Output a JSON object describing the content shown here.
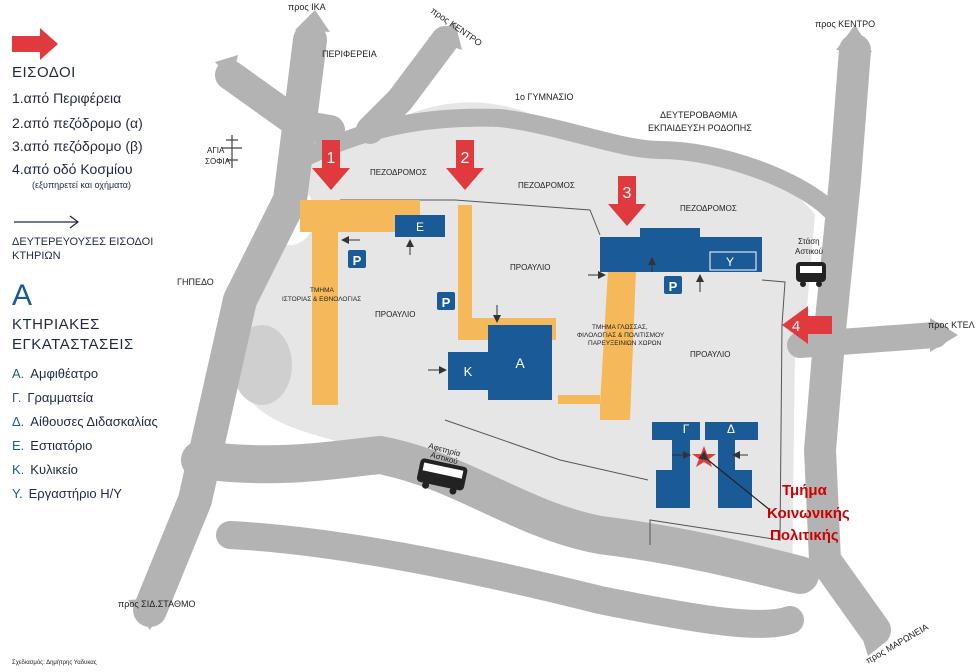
{
  "colors": {
    "road": "#b3b3b3",
    "campus": "#e6e6e6",
    "building_dept": "#f5b95a",
    "building_facility": "#1a5a96",
    "entrance_arrow": "#e03a3e",
    "legend_text": "#1f2a44",
    "highlight": "#cc0000"
  },
  "legend": {
    "entrances_title": "ΕΙΣΟΔΟΙ",
    "entrances": [
      "1.από Περιφέρεια",
      "2.από πεζόδρομο (α)",
      "3.από πεζόδρομο (β)",
      "4.από οδό Κοσμίου"
    ],
    "entrance4_note": "(εξυπηρετεί και οχήματα)",
    "secondary_title": "ΔΕΥΤΕΡΕΥΟΥΣΕΣ ΕΙΣΟΔΟΙ",
    "secondary_title2": "ΚΤΗΡΙΩΝ",
    "big_letter": "Α",
    "facilities_title": "ΚΤΗΡΙΑΚΕΣ",
    "facilities_title2": "ΕΓΚΑΤΑΣΤΑΣΕΙΣ",
    "facilities": [
      {
        "key": "Α.",
        "label": "Αμφιθέατρο"
      },
      {
        "key": "Γ.",
        "label": "Γραμματεία"
      },
      {
        "key": "Δ.",
        "label": "Αίθουσες Διδασκαλίας"
      },
      {
        "key": "Ε.",
        "label": "Εστιατόριο"
      },
      {
        "key": "Κ.",
        "label": "Κυλικείο"
      },
      {
        "key": "Υ.",
        "label": "Εργαστήριο Η/Υ"
      }
    ]
  },
  "map": {
    "directions": {
      "ika": "προς ΙΚΑ",
      "kentro_top": "προς ΚΕΝΤΡΟ",
      "kentro_right": "προς ΚΕΝΤΡΟ",
      "ktel": "προς ΚΤΕΛ",
      "sid_stathmo": "προς ΣΙΔ.ΣΤΑΘΜΟ",
      "maroneia": "προς ΜΑΡΩΝΕΙΑ"
    },
    "places": {
      "perifereia": "ΠΕΡΙΦΕΡΕΙΑ",
      "gymnasio": "1ο ΓΥΜΝΑΣΙΟ",
      "deftero_1": "ΔΕΥΤΕΡΟΒΑΘΜΙΑ",
      "deftero_2": "ΕΚΠΑΙΔΕΥΣΗ ΡΟΔΟΠΗΣ",
      "agia_1": "ΑΓΙΑ",
      "agia_2": "ΣΟΦΙΑ",
      "gipedo": "ΓΗΠΕΔΟ",
      "stasi_1": "Στάση",
      "stasi_2": "Αστικού",
      "afetiria_1": "Αφετηρία",
      "afetiria_2": "Αστικού"
    },
    "pezodromos": [
      "ΠΕΖΟΔΡΟΜΟΣ",
      "ΠΕΖΟΔΡΟΜΟΣ",
      "ΠΕΖΟΔΡΟΜΟΣ"
    ],
    "proavlio": [
      "ΠΡΟΑΥΛΙΟ",
      "ΠΡΟΑΥΛΙΟ",
      "ΠΡΟΑΥΛΙΟ"
    ],
    "dept_history_1": "ΤΜΗΜΑ",
    "dept_history_2": "ΙΣΤΟΡΙΑΣ & ΕΘΝΟΛΟΓΙΑΣ",
    "dept_glossa_1": "ΤΜΗΜΑ ΓΛΩΣΣΑΣ,",
    "dept_glossa_2": "ΦΙΛΟΛΟΓΙΑΣ & ΠΟΛΙΤΙΣΜΟΥ",
    "dept_glossa_3": "ΠΑΡΕΥΞΕΙΝΙΩΝ ΧΩΡΩΝ",
    "buildings": {
      "A": "Α",
      "K": "Κ",
      "E": "Ε",
      "G": "Γ",
      "D": "Δ",
      "Y": "Υ"
    },
    "parking": "P",
    "entrance_numbers": [
      "1",
      "2",
      "3",
      "4"
    ],
    "highlight_1": "Τμήμα",
    "highlight_2": "Κοινωνικής",
    "highlight_3": "Πολιτικής",
    "credit": "Σχεδιασμός: Δημήτρης Υαδυκας"
  }
}
